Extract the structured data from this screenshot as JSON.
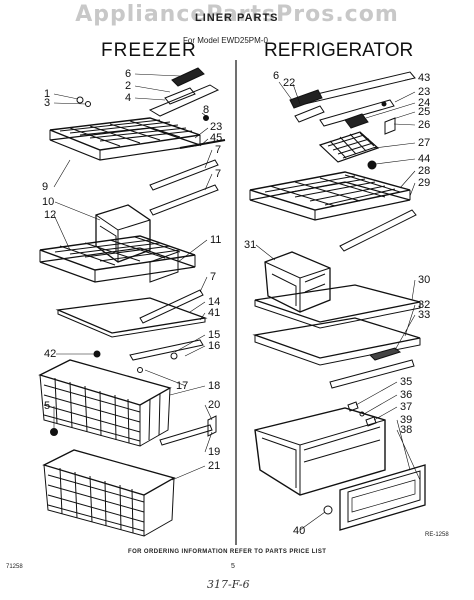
{
  "watermark": "AppliancePartsPros.com",
  "sheet_title": "LINER PARTS",
  "model_line": "For Model EWD25PM-0",
  "sections": {
    "left": "FREEZER",
    "right": "REFRIGERATOR"
  },
  "callouts": {
    "freezer": [
      "1",
      "3",
      "6",
      "2",
      "4",
      "8",
      "23",
      "45",
      "7",
      "7",
      "9",
      "10",
      "12",
      "11",
      "7",
      "14",
      "41",
      "15",
      "16",
      "42",
      "17",
      "18",
      "5",
      "20",
      "19",
      "21"
    ],
    "refrigerator": [
      "6",
      "22",
      "43",
      "23",
      "24",
      "25",
      "26",
      "27",
      "44",
      "28",
      "29",
      "31",
      "30",
      "32",
      "33",
      "35",
      "36",
      "37",
      "39",
      "38",
      "40"
    ]
  },
  "footer": {
    "order_note": "FOR ORDERING INFORMATION REFER TO PARTS PRICE LIST",
    "ref_code": "RE-1258",
    "date_code": "71258",
    "page_number": "5",
    "handwritten": "317-F-6"
  }
}
